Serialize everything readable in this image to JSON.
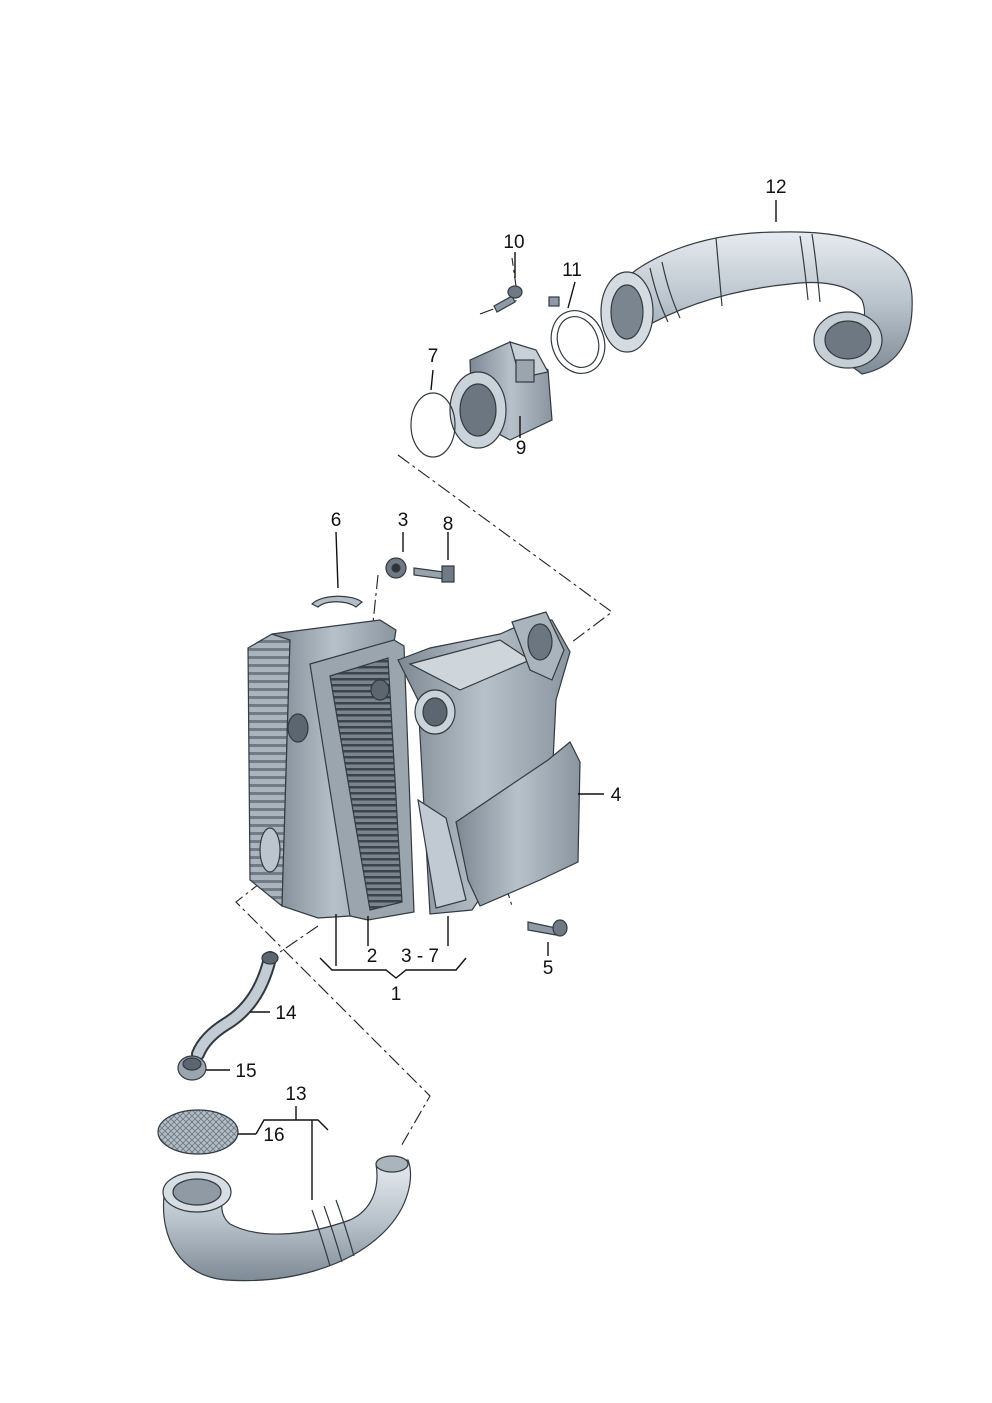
{
  "labels": {
    "l1": "1",
    "l2": "2",
    "l3": "3",
    "l37": "3 - 7",
    "l4": "4",
    "l5": "5",
    "l6": "6",
    "l7": "7",
    "l8": "8",
    "l9": "9",
    "l10": "10",
    "l11": "11",
    "l12": "12",
    "l13": "13",
    "l14": "14",
    "l15": "15",
    "l16": "16"
  }
}
